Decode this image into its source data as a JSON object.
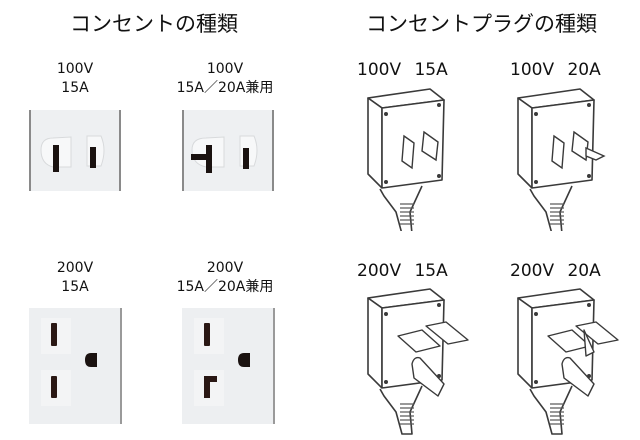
{
  "sections": {
    "outlets_title": "コンセントの種類",
    "plugs_title": "コンセントプラグの種類"
  },
  "outlets": [
    {
      "voltage": "100V",
      "current": "15A"
    },
    {
      "voltage": "100V",
      "current": "15A／20A兼用"
    },
    {
      "voltage": "200V",
      "current": "15A"
    },
    {
      "voltage": "200V",
      "current": "15A／20A兼用"
    }
  ],
  "plugs": [
    {
      "label": "100V 15A"
    },
    {
      "label": "100V 20A"
    },
    {
      "label": "200V 15A"
    },
    {
      "label": "200V 20A"
    }
  ],
  "colors": {
    "outlet_face": "#eef0f2",
    "slot": "#1a1210",
    "line": "#444444"
  }
}
